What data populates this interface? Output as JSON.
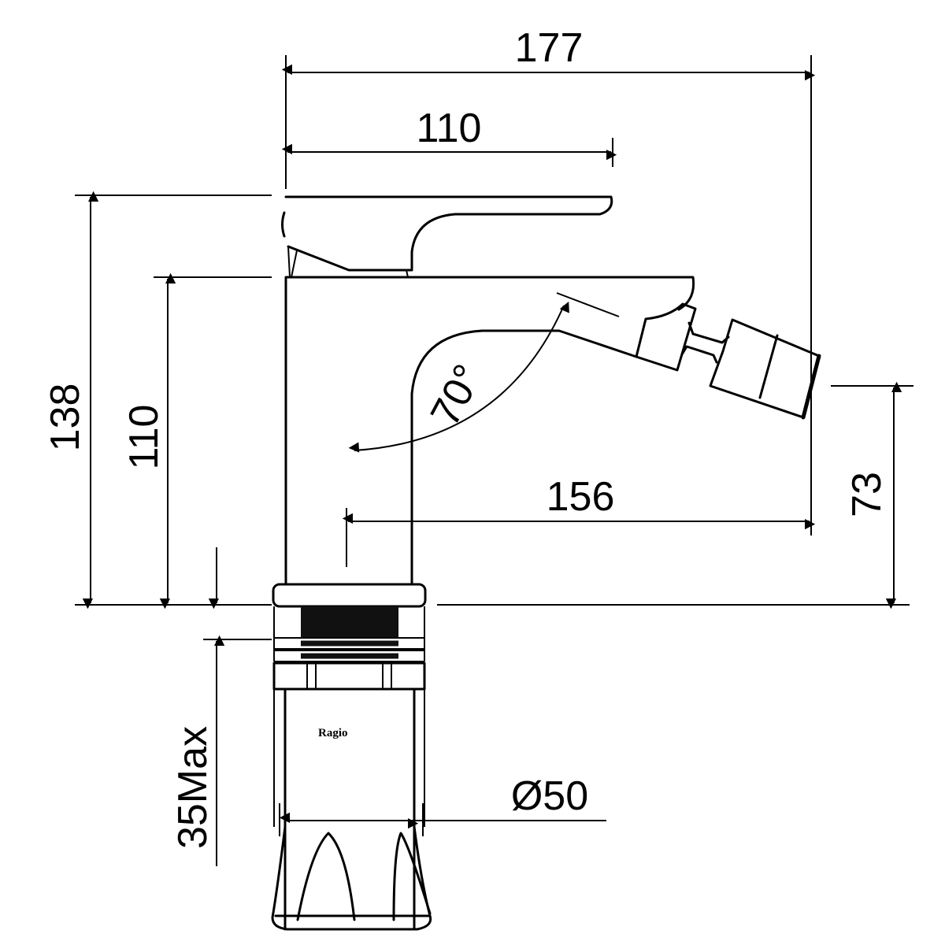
{
  "drawing": {
    "dimensions": {
      "overall_length": "177",
      "handle_length": "110",
      "total_height": "138",
      "body_height": "110",
      "spout_reach": "156",
      "spout_height": "73",
      "max_deck_thickness": "35Max",
      "base_diameter": "Ø50",
      "spray_angle": "70°"
    },
    "logo": "Ragio",
    "colors": {
      "line": "#000000",
      "background": "#ffffff"
    }
  }
}
